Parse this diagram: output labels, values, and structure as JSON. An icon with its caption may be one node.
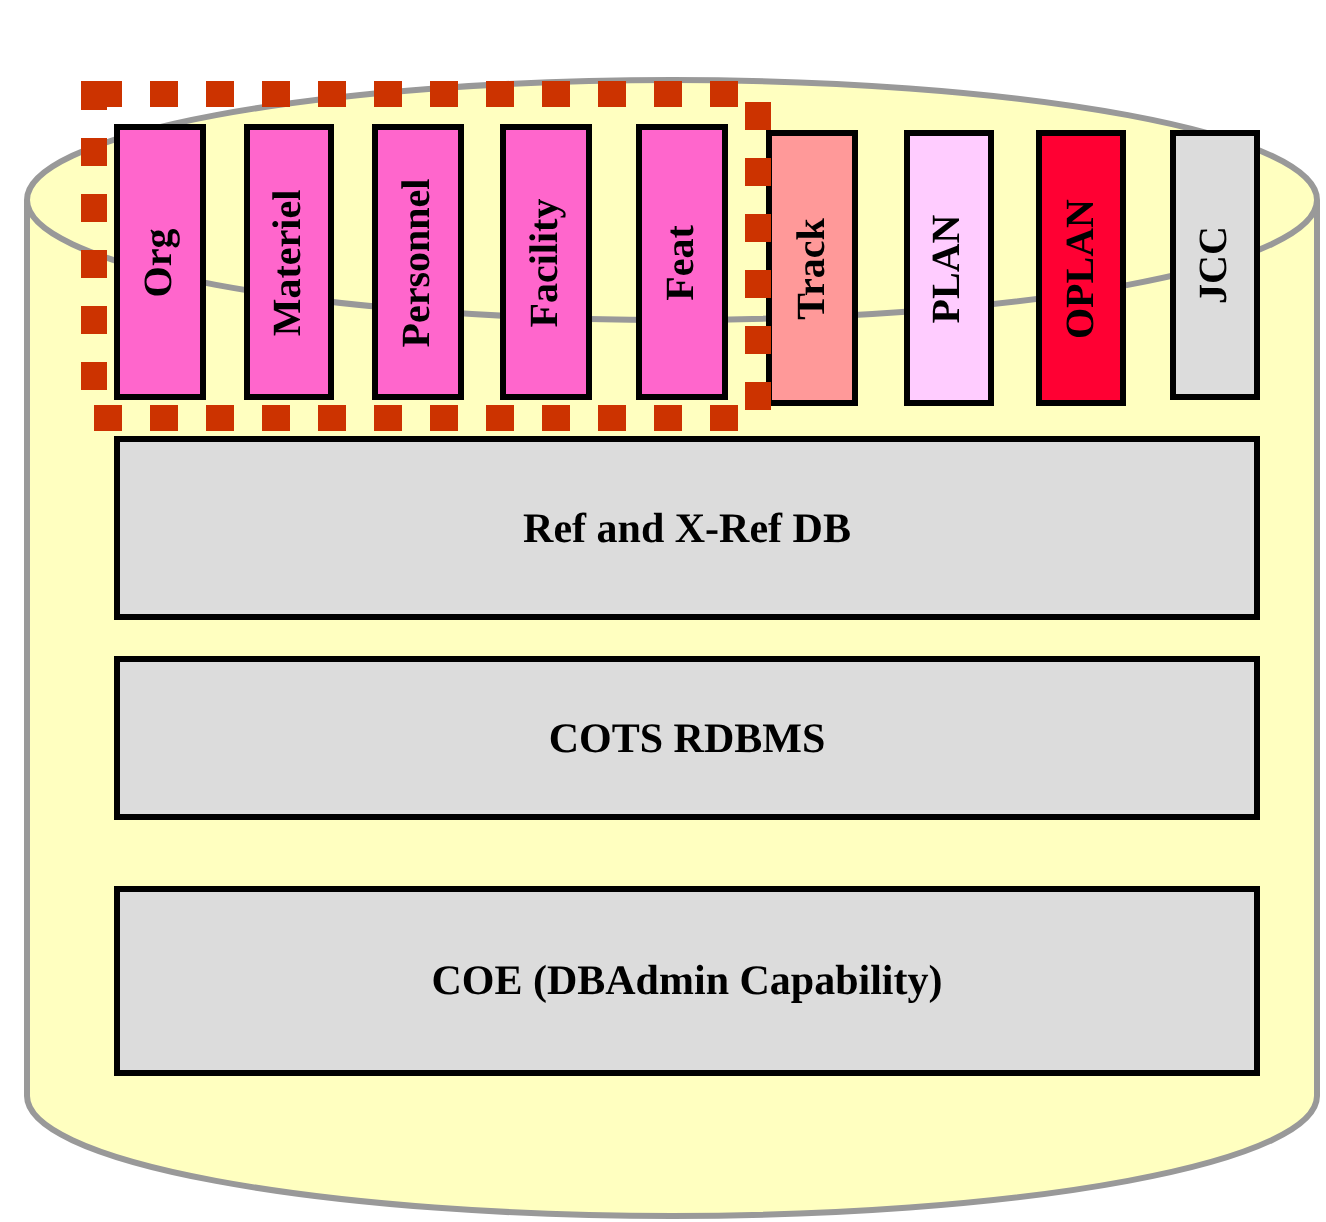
{
  "diagram": {
    "nodes": [
      {
        "text": [],
        "shape": "cylinder"
      },
      {
        "text": [],
        "shape": "box",
        "in": 0
      },
      {
        "text": [
          "Org"
        ],
        "in": 1
      },
      {
        "text": [
          "Materiel"
        ],
        "in": 1
      },
      {
        "text": [
          "Personnel"
        ],
        "in": 1
      },
      {
        "text": [
          "Facility"
        ],
        "in": 1
      },
      {
        "text": [
          "Feat"
        ],
        "in": 1
      },
      {
        "text": [
          "Track"
        ],
        "in": 0
      },
      {
        "text": [
          "PLAN"
        ],
        "in": 0
      },
      {
        "text": [
          "OPLAN"
        ],
        "in": 0
      },
      {
        "text": [
          "JCC"
        ],
        "in": 0
      },
      {
        "text": [
          "Ref and X-Ref DB"
        ],
        "in": 0
      },
      {
        "text": [
          "COTS RDBMS"
        ],
        "in": 0
      },
      {
        "text": [
          "COE (DBAdmin Capability)"
        ],
        "in": 0
      }
    ]
  }
}
